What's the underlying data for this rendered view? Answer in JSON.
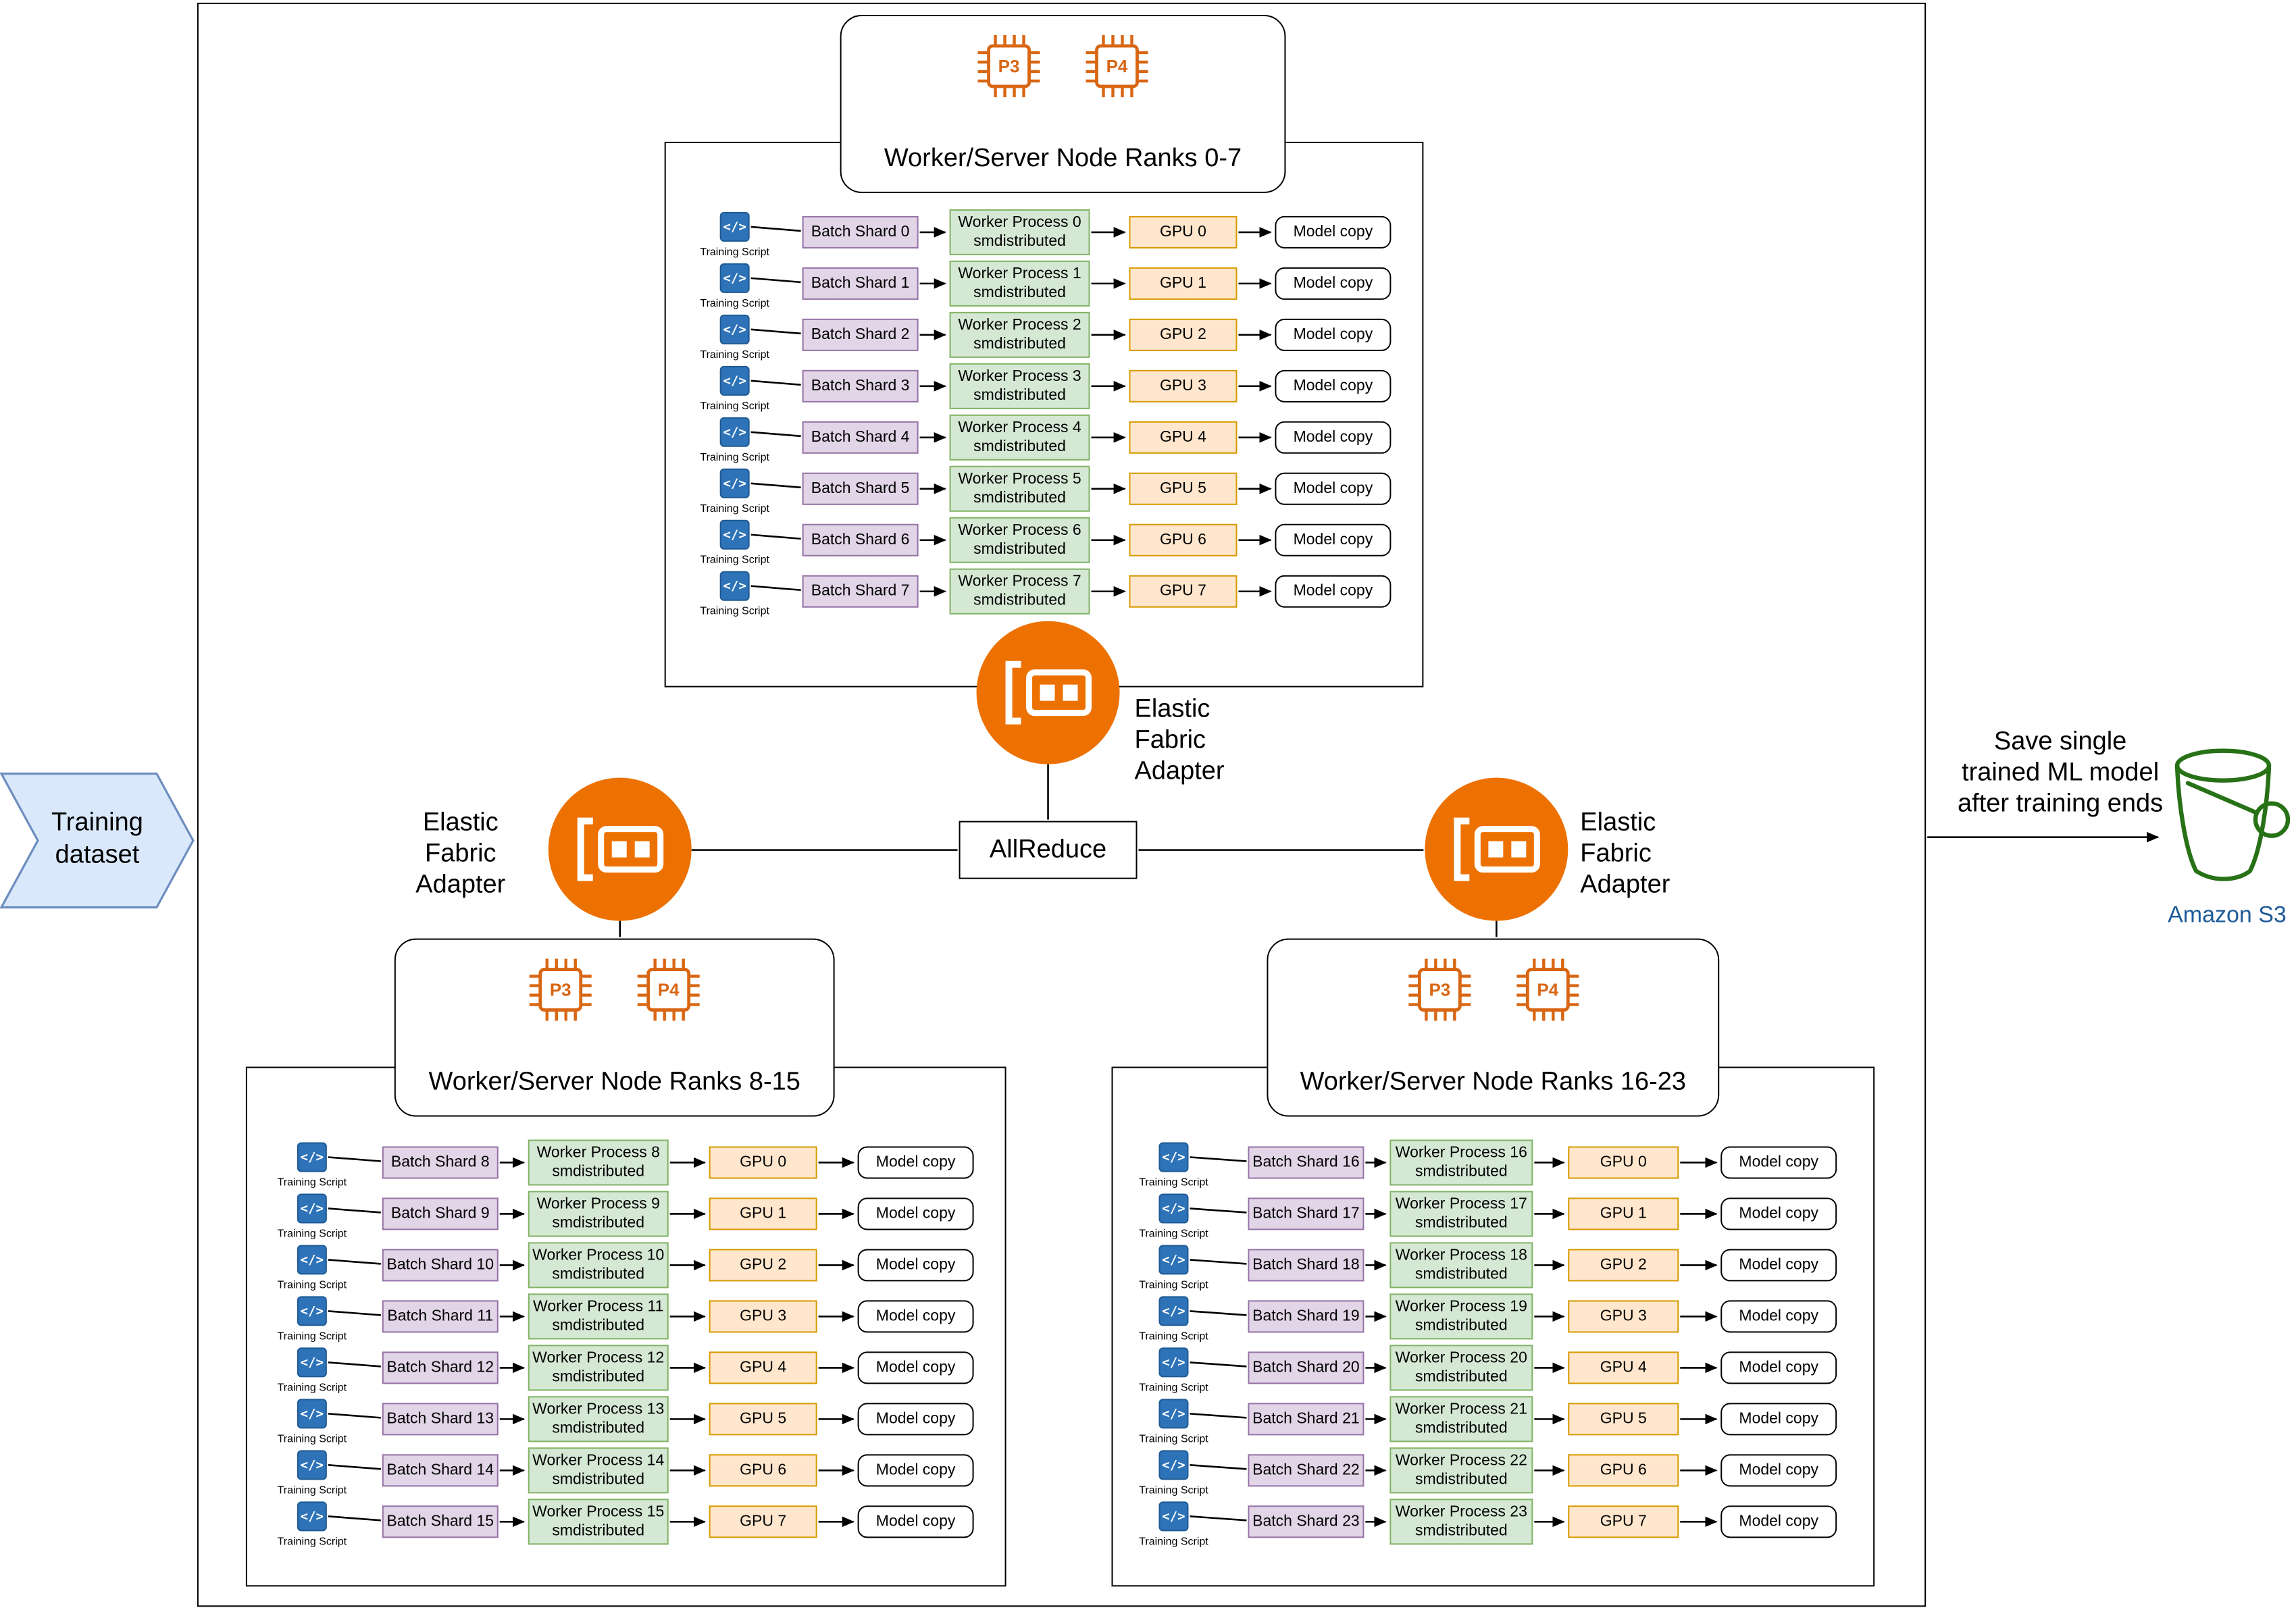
{
  "diagram": {
    "training_dataset_label": "Training dataset",
    "allreduce_label": "AllReduce",
    "efa_label": "Elastic\nFabric\nAdapter",
    "save_note": "Save single\ntrained ML model\nafter training ends",
    "s3_label": "Amazon S3",
    "chip_labels": {
      "p3": "P3",
      "p4": "P4"
    },
    "script_icon_text": "</>",
    "training_script_label": "Training Script",
    "worker_sub": "smdistributed",
    "model_copy_label": "Model copy",
    "nodes": [
      {
        "title": "Worker/Server Node Ranks 0-7",
        "rows": [
          {
            "shard": "Batch Shard 0",
            "process": "Worker Process 0",
            "gpu": "GPU 0"
          },
          {
            "shard": "Batch Shard 1",
            "process": "Worker Process 1",
            "gpu": "GPU 1"
          },
          {
            "shard": "Batch Shard 2",
            "process": "Worker Process 2",
            "gpu": "GPU 2"
          },
          {
            "shard": "Batch Shard 3",
            "process": "Worker Process 3",
            "gpu": "GPU 3"
          },
          {
            "shard": "Batch Shard 4",
            "process": "Worker Process 4",
            "gpu": "GPU 4"
          },
          {
            "shard": "Batch Shard 5",
            "process": "Worker Process 5",
            "gpu": "GPU 5"
          },
          {
            "shard": "Batch Shard 6",
            "process": "Worker Process 6",
            "gpu": "GPU 6"
          },
          {
            "shard": "Batch Shard 7",
            "process": "Worker Process 7",
            "gpu": "GPU 7"
          }
        ]
      },
      {
        "title": "Worker/Server Node Ranks 8-15",
        "rows": [
          {
            "shard": "Batch Shard 8",
            "process": "Worker Process 8",
            "gpu": "GPU 0"
          },
          {
            "shard": "Batch Shard 9",
            "process": "Worker Process 9",
            "gpu": "GPU 1"
          },
          {
            "shard": "Batch Shard 10",
            "process": "Worker Process 10",
            "gpu": "GPU 2"
          },
          {
            "shard": "Batch Shard 11",
            "process": "Worker Process 11",
            "gpu": "GPU 3"
          },
          {
            "shard": "Batch Shard 12",
            "process": "Worker Process 12",
            "gpu": "GPU 4"
          },
          {
            "shard": "Batch Shard 13",
            "process": "Worker Process 13",
            "gpu": "GPU 5"
          },
          {
            "shard": "Batch Shard 14",
            "process": "Worker Process 14",
            "gpu": "GPU 6"
          },
          {
            "shard": "Batch Shard 15",
            "process": "Worker Process 15",
            "gpu": "GPU 7"
          }
        ]
      },
      {
        "title": "Worker/Server Node Ranks 16-23",
        "rows": [
          {
            "shard": "Batch Shard 16",
            "process": "Worker Process 16",
            "gpu": "GPU 0"
          },
          {
            "shard": "Batch Shard 17",
            "process": "Worker Process 17",
            "gpu": "GPU 1"
          },
          {
            "shard": "Batch Shard 18",
            "process": "Worker Process 18",
            "gpu": "GPU 2"
          },
          {
            "shard": "Batch Shard 19",
            "process": "Worker Process 19",
            "gpu": "GPU 3"
          },
          {
            "shard": "Batch Shard 20",
            "process": "Worker Process 20",
            "gpu": "GPU 4"
          },
          {
            "shard": "Batch Shard 21",
            "process": "Worker Process 21",
            "gpu": "GPU 5"
          },
          {
            "shard": "Batch Shard 22",
            "process": "Worker Process 22",
            "gpu": "GPU 6"
          },
          {
            "shard": "Batch Shard 23",
            "process": "Worker Process 23",
            "gpu": "GPU 7"
          }
        ]
      }
    ],
    "colors": {
      "batch_shard_fill": "#e1d5e7",
      "batch_shard_border": "#9673a6",
      "worker_fill": "#d5e8d4",
      "worker_border": "#82b366",
      "gpu_fill": "#ffe6cc",
      "gpu_border": "#d79b00",
      "efa_orange": "#ED7100",
      "chip_orange": "#D86613",
      "script_blue": "#2E73B8",
      "dataset_fill": "#dae8fc",
      "dataset_border": "#6c8ebf",
      "s3_green": "#277116",
      "s3_label_blue": "#1f5b99"
    }
  }
}
